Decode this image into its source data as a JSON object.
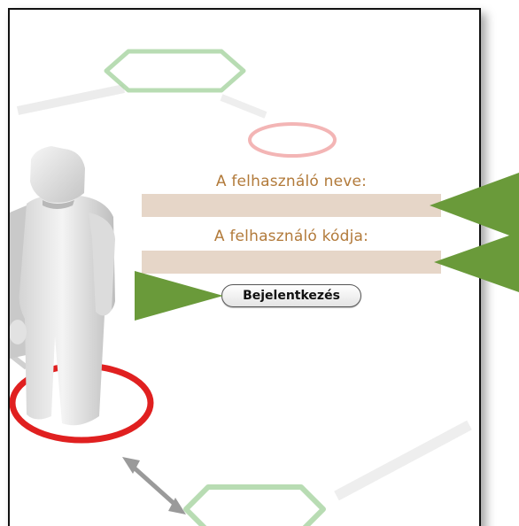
{
  "login": {
    "username_label": "A felhasználó neve:",
    "username_value": "",
    "password_label": "A felhasználó kódja:",
    "password_value": "",
    "submit_label": "Bejelentkezés"
  },
  "colors": {
    "label": "#b27a3a",
    "field_bg": "#e6d6c8",
    "arrow": "#6a9a3a",
    "ring_red": "#e02020",
    "diagram_green": "#9fce9a"
  },
  "icons": {
    "figure": "person-figure-icon",
    "ring": "red-ring-icon",
    "arrows": "pointer-arrow-icon"
  }
}
